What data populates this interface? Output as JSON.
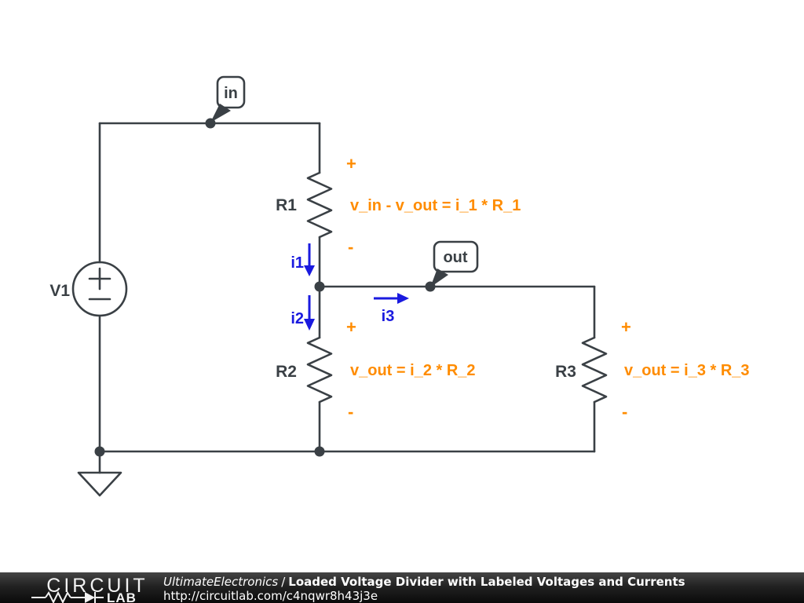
{
  "colors": {
    "wire": "#3A4045",
    "equation_orange": "#FF8C00",
    "current_blue": "#1A1ADF",
    "footer_background": "#111111",
    "footer_text": "#ffffff"
  },
  "schematic": {
    "source": {
      "label": "V1"
    },
    "node_labels": {
      "in": "in",
      "out": "out"
    },
    "resistors": [
      {
        "label": "R1",
        "equation": "v_in - v_out = i_1 * R_1",
        "plus": "+",
        "minus": "-"
      },
      {
        "label": "R2",
        "equation": "v_out = i_2 * R_2",
        "plus": "+",
        "minus": "-"
      },
      {
        "label": "R3",
        "equation": "v_out = i_3 * R_3",
        "plus": "+",
        "minus": "-"
      }
    ],
    "currents": [
      {
        "label": "i1"
      },
      {
        "label": "i2"
      },
      {
        "label": "i3"
      }
    ]
  },
  "footer": {
    "logo_top": "CIRCUIT",
    "logo_bottom": "LAB",
    "author": "UltimateElectronics",
    "separator": "/",
    "title": "Loaded Voltage Divider with Labeled Voltages and Currents",
    "url": "http://circuitlab.com/c4nqwr8h43j3e"
  }
}
